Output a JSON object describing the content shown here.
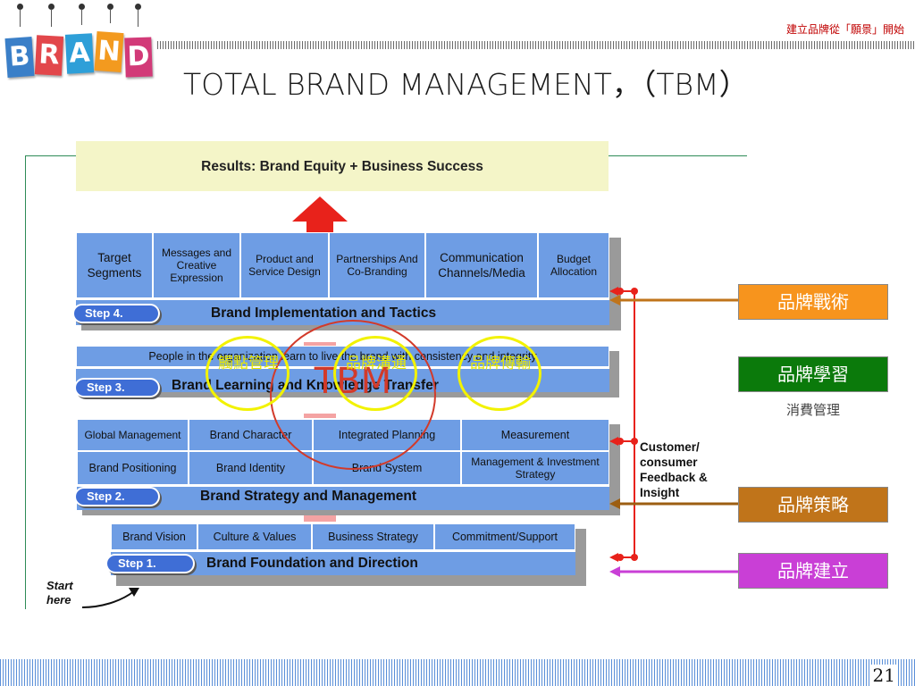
{
  "header": {
    "logo_letters": [
      {
        "letter": "B",
        "color": "#3a7fc8"
      },
      {
        "letter": "R",
        "color": "#e2474b"
      },
      {
        "letter": "A",
        "color": "#2e9fd8"
      },
      {
        "letter": "N",
        "color": "#f39a1f"
      },
      {
        "letter": "D",
        "color": "#d23a78"
      }
    ],
    "slogan": "建立品牌從「願景」開始",
    "title": "TOTAL BRAND MANAGEMENT，（TBM）"
  },
  "diagram": {
    "results": "Results: Brand Equity + Business Success",
    "step4": {
      "cells": [
        "Target Segments",
        "Messages and Creative Expression",
        "Product and Service Design",
        "Partnerships And Co-Branding",
        "Communication Channels/Media",
        "Budget Allocation"
      ],
      "pill": "Step 4.",
      "title": "Brand Implementation and Tactics"
    },
    "step3": {
      "text": "People in the organization learn to live the brand with consistency and integrity",
      "pill": "Step 3.",
      "title": "Brand Learning and Knowledge Transfer"
    },
    "step2": {
      "cells": [
        "Global Management",
        "Brand Character",
        "Integrated Planning",
        "Measurement",
        "Brand Positioning",
        "Brand Identity",
        "Brand System",
        "Management & Investment Strategy"
      ],
      "pill": "Step 2.",
      "title": "Brand Strategy and Management"
    },
    "step1": {
      "cells": [
        "Brand Vision",
        "Culture & Values",
        "Business Strategy",
        "Commitment/Support"
      ],
      "pill": "Step 1.",
      "title": "Brand Foundation and Direction"
    },
    "start_here": "Start here",
    "feedback": "Customer/ consumer Feedback & Insight",
    "tbm": "TBM",
    "circles": [
      "觸點管理",
      "品牌溝通",
      "品牌傳輸"
    ]
  },
  "labels": {
    "tactics": {
      "text": "品牌戰術",
      "color": "#f7941d"
    },
    "learning": {
      "text": "品牌學習",
      "color": "#0b7a0b"
    },
    "learning_sub": "消費管理",
    "strategy": {
      "text": "品牌策略",
      "color": "#c0741a"
    },
    "foundation": {
      "text": "品牌建立",
      "color": "#c93fd6"
    }
  },
  "colors": {
    "cell_blue": "#6e9de4",
    "pill_blue": "#3f6ed6",
    "arrow_red": "#e8221b",
    "results_bg": "#f4f5c8"
  },
  "page_number": "21"
}
